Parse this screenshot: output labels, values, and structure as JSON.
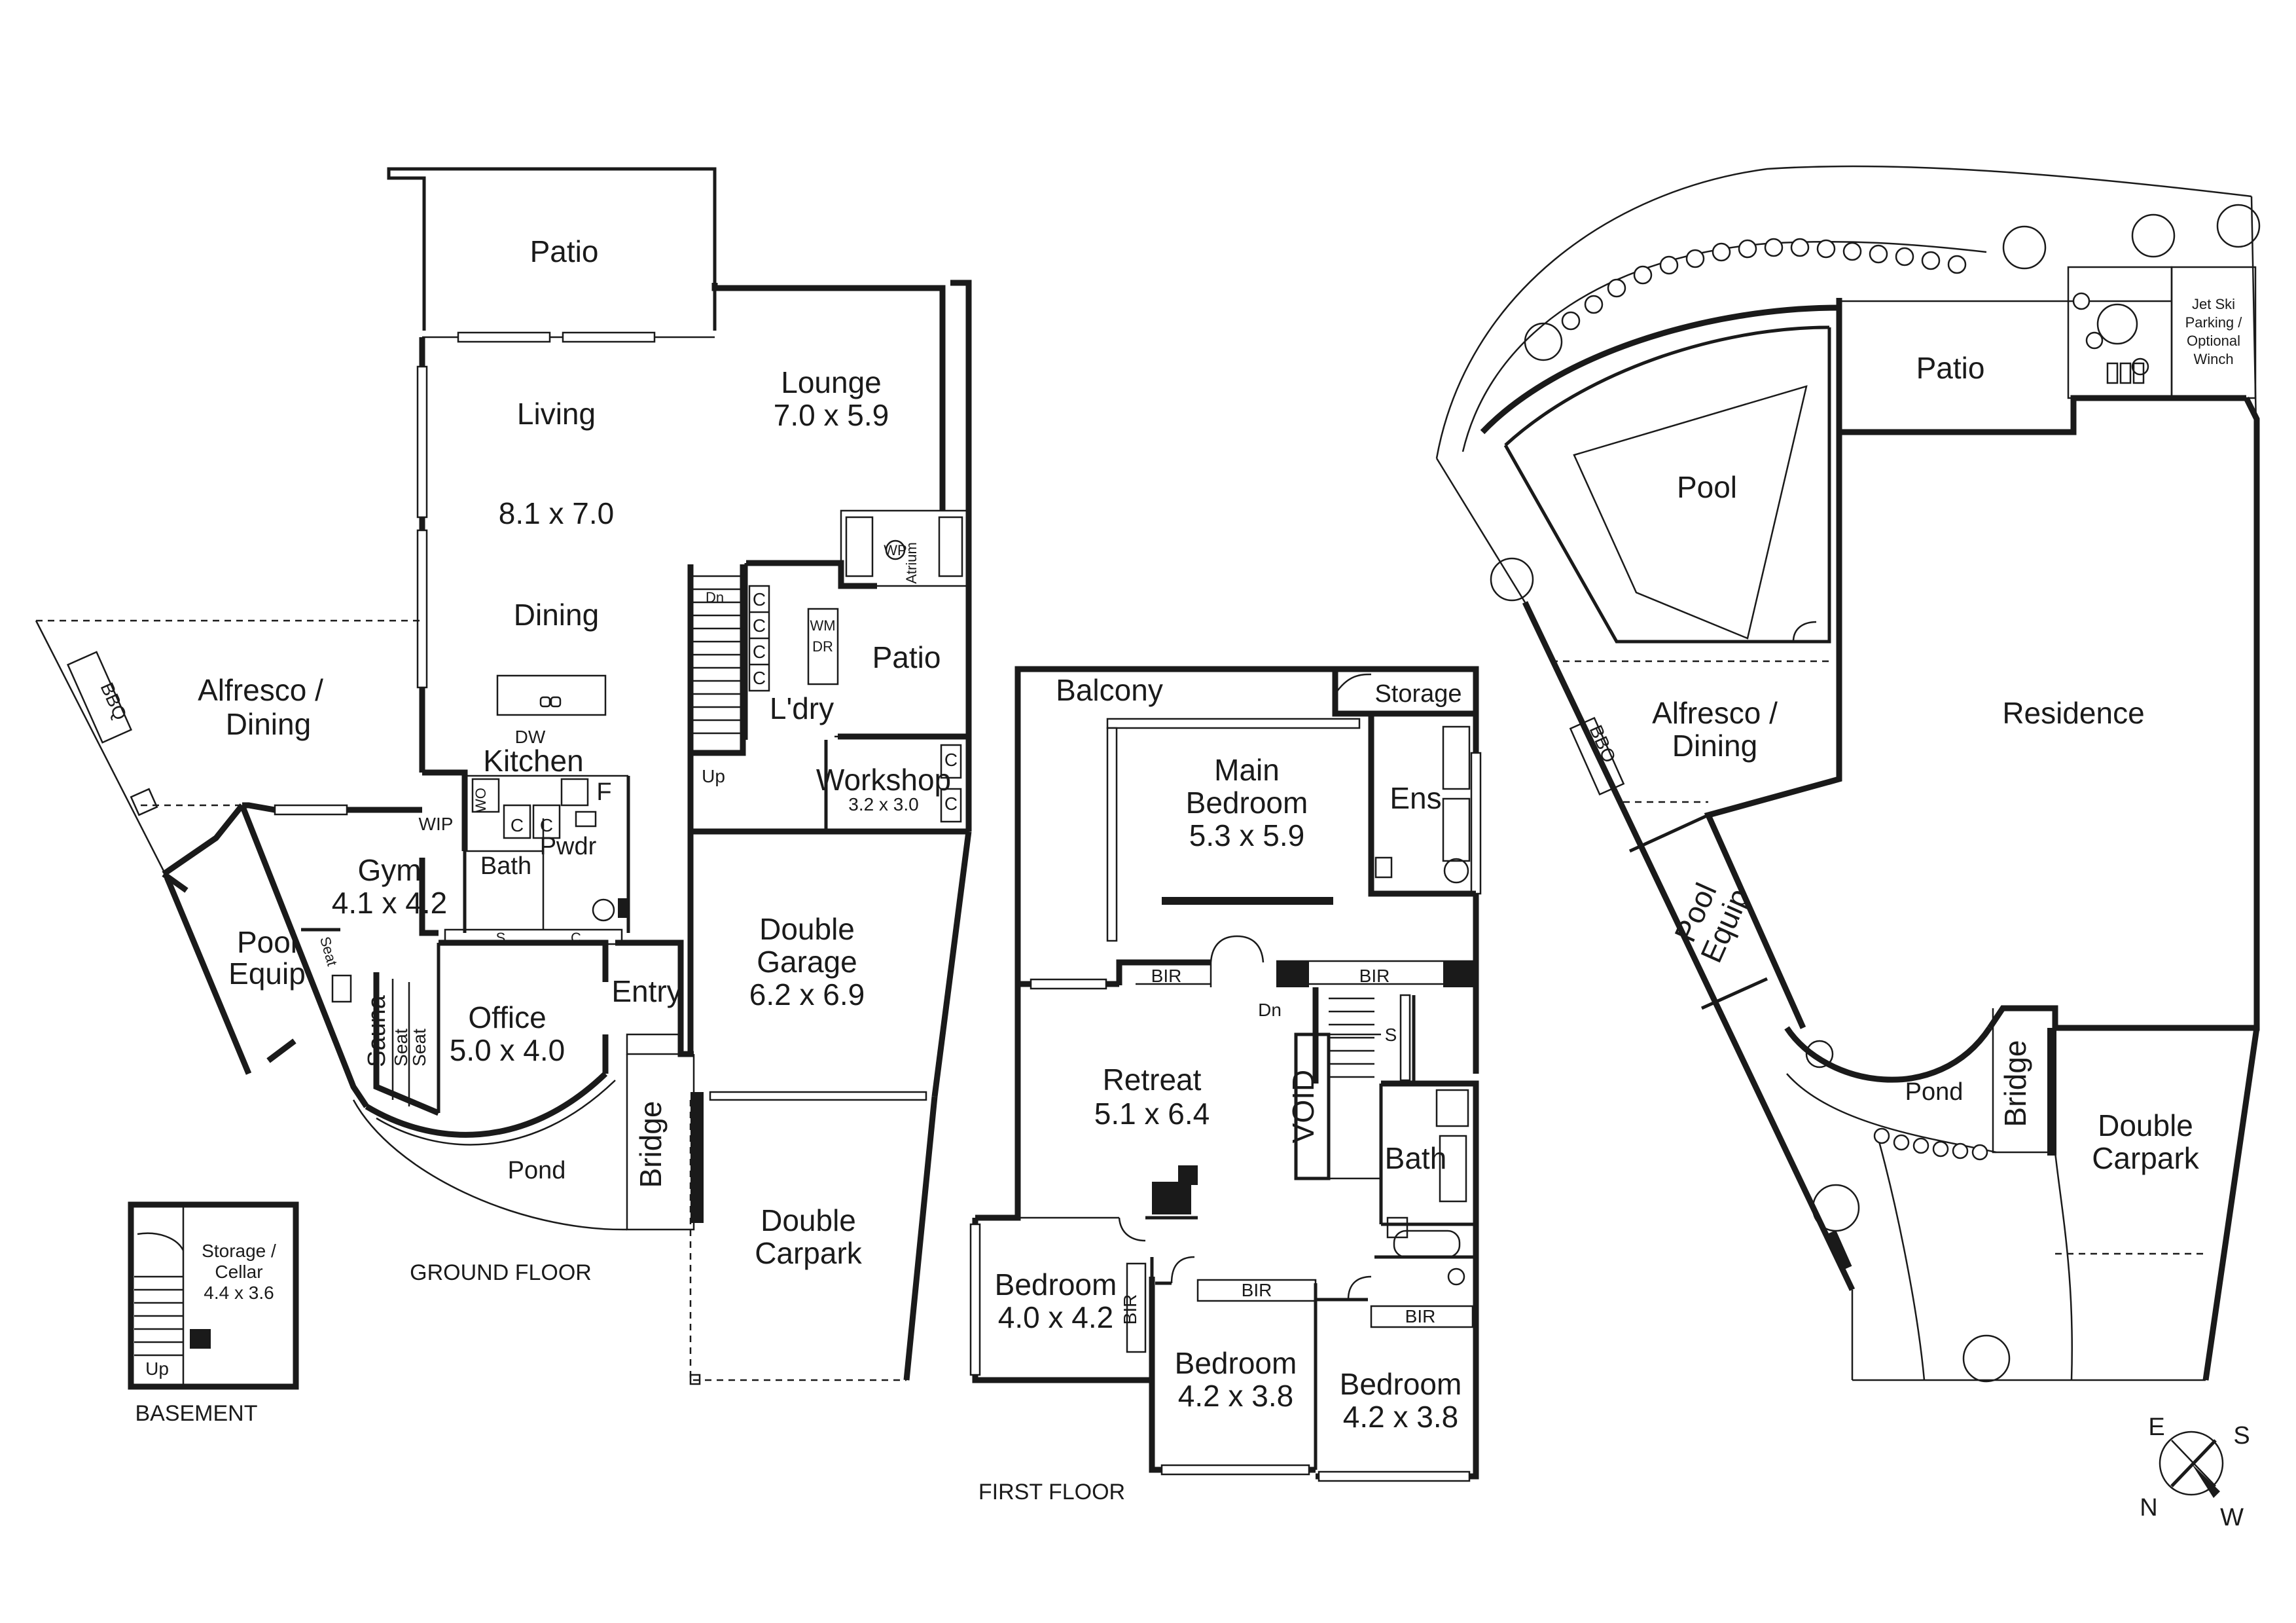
{
  "floors": {
    "ground": "GROUND FLOOR",
    "first": "FIRST FLOOR",
    "basement": "BASEMENT"
  },
  "ground": {
    "patio": "Patio",
    "living": "Living",
    "living_size": "8.1 x 7.0",
    "dining": "Dining",
    "lounge": "Lounge",
    "lounge_size": "7.0 x 5.9",
    "atrium": "Atrium",
    "wp": "WP",
    "patio2": "Patio",
    "wm": "WM",
    "dr": "DR",
    "laundry": "L'dry",
    "dn": "Dn",
    "up": "Up",
    "c": "C",
    "alfresco_line1": "Alfresco /",
    "alfresco_line2": "Dining",
    "bbq": "BBQ",
    "dw": "DW",
    "kitchen": "Kitchen",
    "wo": "WO",
    "f": "F",
    "wip": "WIP",
    "workshop": "Workshop",
    "workshop_size": "3.2 x 3.0",
    "gym": "Gym",
    "gym_size": "4.1 x 4.2",
    "bath": "Bath",
    "pwdr": "Pwdr",
    "s": "S",
    "pool_equip_line1": "Pool",
    "pool_equip_line2": "Equip",
    "seat": "Seat",
    "sauna": "Sauna",
    "office": "Office",
    "office_size": "5.0 x 4.0",
    "entry": "Entry",
    "garage_line1": "Double",
    "garage_line2": "Garage",
    "garage_size": "6.2 x 6.9",
    "bridge": "Bridge",
    "pond": "Pond",
    "carpark_line1": "Double",
    "carpark_line2": "Carpark"
  },
  "basement": {
    "storage_line1": "Storage /",
    "storage_line2": "Cellar",
    "storage_size": "4.4 x 3.6",
    "up": "Up"
  },
  "first": {
    "balcony": "Balcony",
    "storage": "Storage",
    "main_line1": "Main",
    "main_line2": "Bedroom",
    "main_size": "5.3 x 5.9",
    "ens": "Ens",
    "bir": "BIR",
    "dn": "Dn",
    "s": "S",
    "retreat": "Retreat",
    "retreat_size": "5.1 x 6.4",
    "void": "VOID",
    "bath": "Bath",
    "bed1": "Bedroom",
    "bed1_size": "4.0 x 4.2",
    "bed2": "Bedroom",
    "bed2_size": "4.2 x 3.8",
    "bed3": "Bedroom",
    "bed3_size": "4.2 x 3.8"
  },
  "site": {
    "jetski_line1": "Jet Ski",
    "jetski_line2": "Parking /",
    "jetski_line3": "Optional",
    "jetski_line4": "Winch",
    "patio": "Patio",
    "pool": "Pool",
    "alfresco_line1": "Alfresco /",
    "alfresco_line2": "Dining",
    "bbq": "BBQ",
    "residence": "Residence",
    "pool_equip_line1": "Pool",
    "pool_equip_line2": "Equip",
    "pond": "Pond",
    "bridge": "Bridge",
    "carpark_line1": "Double",
    "carpark_line2": "Carpark"
  },
  "compass": {
    "e": "E",
    "s": "S",
    "n": "N",
    "w": "W"
  }
}
